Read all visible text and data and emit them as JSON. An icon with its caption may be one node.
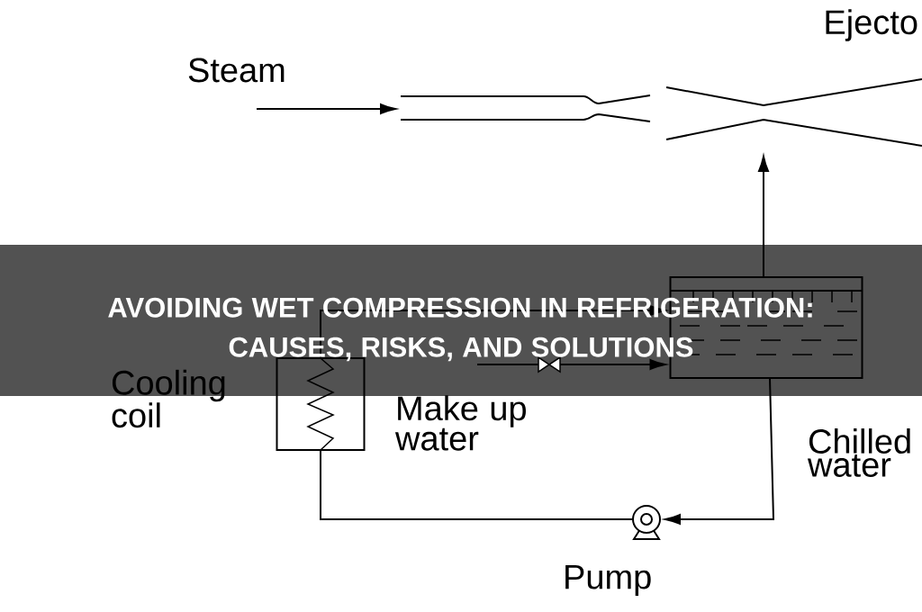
{
  "diagram": {
    "title": "AVOIDING WET COMPRESSION IN REFRIGERATION: CAUSES, RISKS, AND SOLUTIONS",
    "nodes": [
      {
        "text": [],
        "shape": "nozzle"
      },
      {
        "text": [
          "Ejecto"
        ]
      },
      {
        "text": [],
        "shape": "box"
      },
      {
        "text": [],
        "shape": "box",
        "beside": [
          "Cooling coil"
        ]
      },
      {
        "text": [],
        "shape": "circle",
        "beside": [
          "Pump"
        ]
      }
    ],
    "edges": [
      {
        "from": null,
        "to": 0,
        "arrow": "to",
        "label": "Steam"
      },
      {
        "from": 2,
        "to": 1,
        "arrow": "to"
      },
      {
        "from": 2,
        "to": 4,
        "arrow": "to",
        "label": "Chilled water"
      },
      {
        "from": 4,
        "to": 3,
        "arrow": "none"
      },
      {
        "from": 3,
        "to": 2,
        "arrow": "to"
      },
      {
        "from": null,
        "to": 2,
        "arrow": "to",
        "label": "Make up water"
      }
    ]
  }
}
